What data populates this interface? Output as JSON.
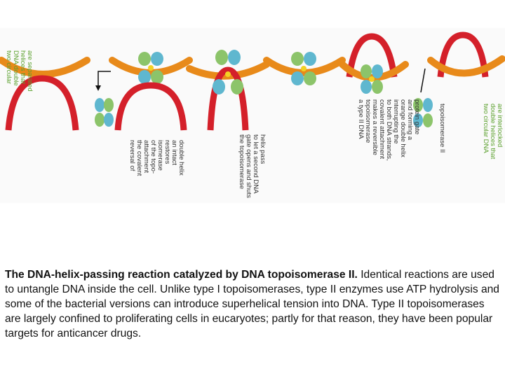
{
  "figure": {
    "colors": {
      "dna_red": "#d4202a",
      "dna_orange": "#e88a1a",
      "topo_green": "#8cc46a",
      "topo_blue": "#5fb7cf",
      "gate_yellow": "#f2d224",
      "label_green": "#5aa02c",
      "label_dark": "#333333",
      "background": "#fafafa"
    },
    "labels": {
      "step1": [
        "two circular",
        "DNA double",
        "helices that",
        "are separated"
      ],
      "step2": [
        "reversal of",
        "the covalent",
        "attachment",
        "of the topo-",
        "isomerase",
        "restores",
        "an intact",
        "double helix"
      ],
      "step3": [
        "the topoisomerase",
        "gate opens and shuts",
        "to let a second DNA",
        "helix pass"
      ],
      "step4": [
        "a type II DNA",
        "topoisomerase",
        "makes a reversible",
        "covalent attachment",
        "to both DNA strands,",
        "interrupting the",
        "orange double helix",
        "and forming a",
        "protein gate"
      ],
      "step5": [
        "topoisomerase II"
      ],
      "step6": [
        "two circular DNA",
        "double helices that",
        "are interlocked"
      ]
    }
  },
  "caption": {
    "bold": "The DNA-helix-passing reaction catalyzed by DNA topoisomerase II.",
    "text": " Identical reactions are used to untangle DNA inside the cell. Unlike type I topoisomerases, type II enzymes use ATP hydrolysis and some of the bacterial versions can introduce superhelical tension into DNA. Type II topoisomerases are largely confined to proliferating cells in eucaryotes; partly for that reason, they have been popular targets for anticancer drugs."
  }
}
